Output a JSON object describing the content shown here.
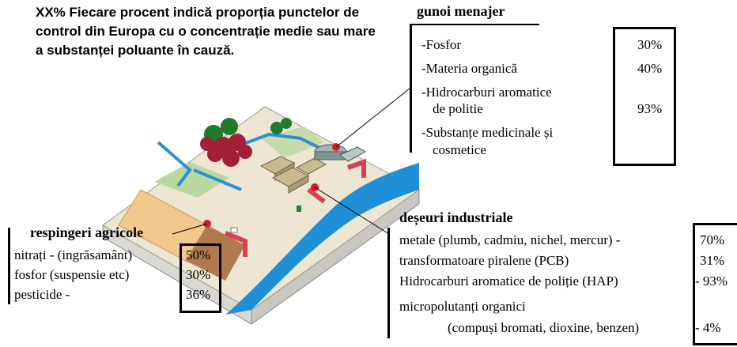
{
  "legend": "XX% Fiecare procent indică proporția punctelor de control din Europa cu o concentrație medie sau mare a substanței poluante în cauză.",
  "household": {
    "title": "gunoi menajer",
    "items": [
      {
        "label": "-Fosfor",
        "value": "30%"
      },
      {
        "label": "-Materia organică",
        "value": "40%"
      },
      {
        "label": "-Hidrocarburi aromatice",
        "label2": "de politie",
        "value": "93%"
      },
      {
        "label": "-Substanțe medicinale și",
        "label2": "cosmetice",
        "value": ""
      }
    ]
  },
  "agricultural": {
    "title": "respingeri agricole",
    "items": [
      {
        "label": "nitrați - (ingrăsamânt)",
        "value": "50%"
      },
      {
        "label": "fosfor (suspensie etc)",
        "value": "30%"
      },
      {
        "label": "pesticide -",
        "value": "36%"
      }
    ]
  },
  "industrial": {
    "title": "deșeuri industriale",
    "items": [
      {
        "label": "metale (plumb, cadmiu, nichel, mercur) -",
        "value": "70%"
      },
      {
        "label": "transformatoare piralene (PCB)",
        "value": "31%"
      },
      {
        "label": "Hidrocarburi aromatice de poliție (HAP)",
        "value": "- 93%"
      },
      {
        "label": "micropolutanți organici",
        "value": ""
      },
      {
        "label": "(compuși bromati, dioxine, benzen)",
        "value": "- 4%"
      }
    ]
  },
  "colors": {
    "river": "#1f8fd6",
    "field": "#f0c98a",
    "trees": "#b0203a",
    "land": "#e8e0c8",
    "side": "#d8d6d0"
  }
}
